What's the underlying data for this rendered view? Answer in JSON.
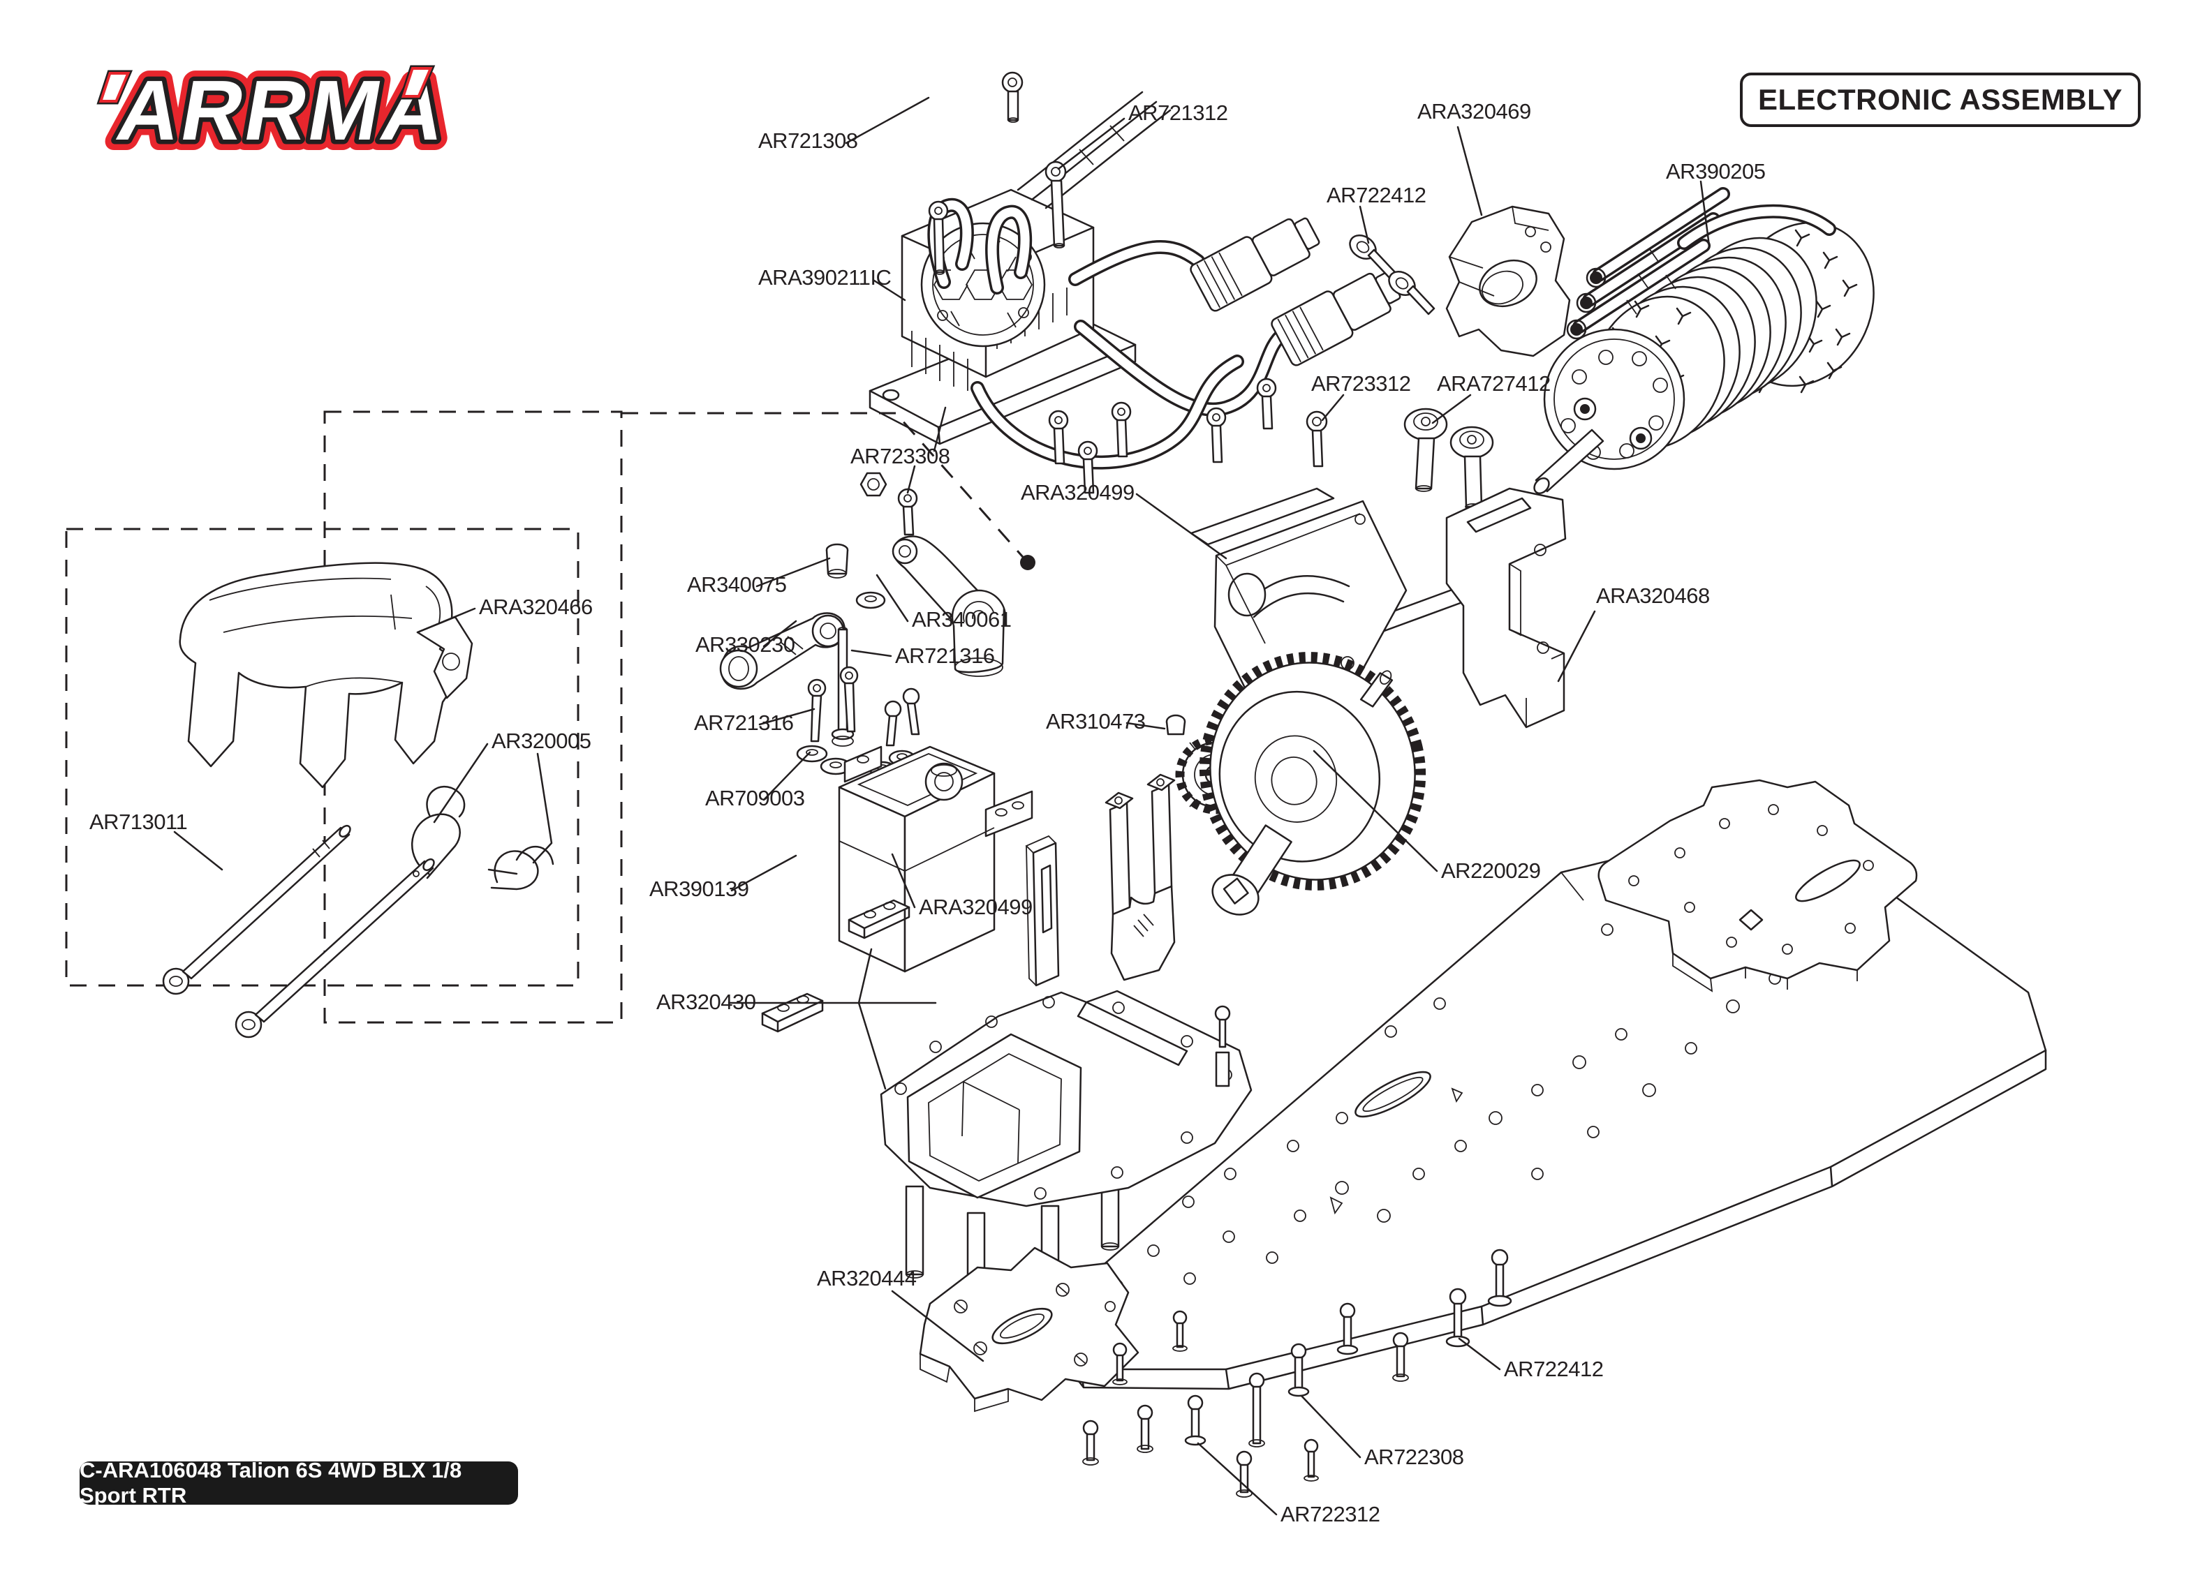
{
  "header": {
    "logo_text": "ARRMA",
    "title": "ELECTRONIC ASSEMBLY"
  },
  "footer": {
    "badge_text": "C-ARA106048 Talion 6S 4WD BLX 1/8 Sport RTR"
  },
  "colors": {
    "line": "#231f20",
    "accent_red": "#e8262d",
    "badge_bg": "#1a1a1a",
    "paper": "#ffffff"
  },
  "diagram": {
    "labels": [
      {
        "text": "AR721308"
      },
      {
        "text": "AR721312"
      },
      {
        "text": "ARA390211IC"
      },
      {
        "text": "ARA320469"
      },
      {
        "text": "AR722412"
      },
      {
        "text": "AR390205"
      },
      {
        "text": "AR723312"
      },
      {
        "text": "ARA727412"
      },
      {
        "text": "AR723308"
      },
      {
        "text": "ARA320499"
      },
      {
        "text": "ARA320468"
      },
      {
        "text": "AR340075"
      },
      {
        "text": "AR330230"
      },
      {
        "text": "AR340061"
      },
      {
        "text": "AR721316"
      },
      {
        "text": "AR721316"
      },
      {
        "text": "AR709003"
      },
      {
        "text": "AR310473"
      },
      {
        "text": "AR220029"
      },
      {
        "text": "ARA320499"
      },
      {
        "text": "AR390139"
      },
      {
        "text": "AR320430"
      },
      {
        "text": "AR320444"
      },
      {
        "text": "AR722412"
      },
      {
        "text": "AR722308"
      },
      {
        "text": "AR722312"
      }
    ]
  }
}
